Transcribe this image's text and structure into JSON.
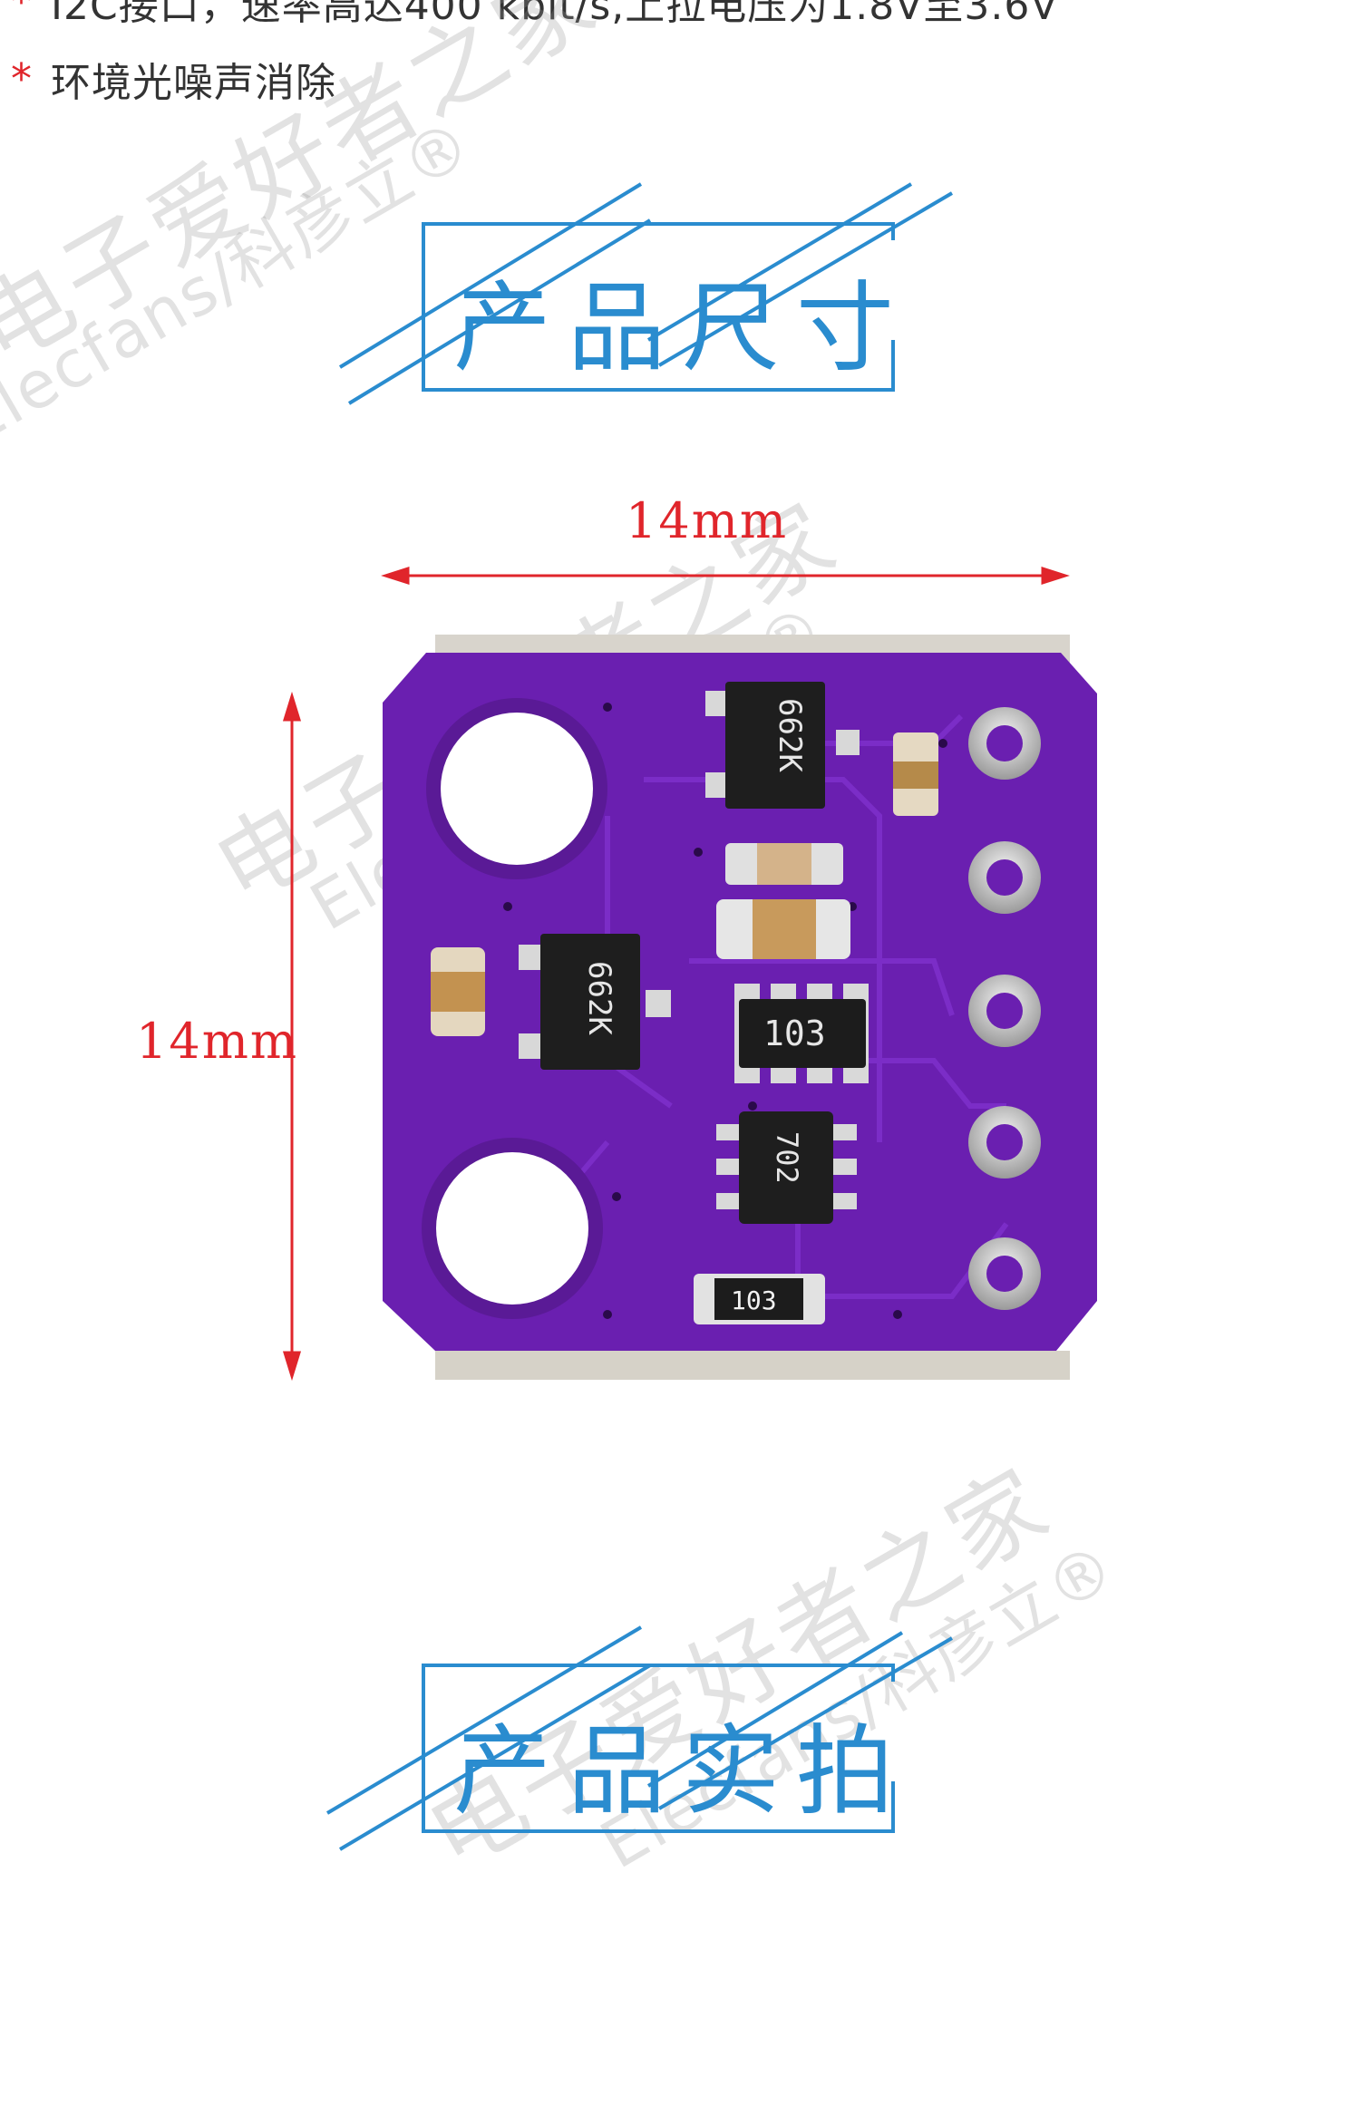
{
  "features": [
    {
      "mark": "*",
      "text": "I2C接口，速率高达400 kbit/s,上拉电压为1.8V至3.6V"
    },
    {
      "mark": "*",
      "text": "环境光噪声消除"
    }
  ],
  "sections": {
    "size_title": "产品尺寸",
    "photo_title": "产品实拍"
  },
  "dimensions": {
    "width": "14mm",
    "height": "14mm"
  },
  "board": {
    "transistor_1_mark": "662K",
    "transistor_2_mark": "662K",
    "resistor_network_mark": "103",
    "ic_mark": "702",
    "resistor_mark": "103"
  },
  "watermark": {
    "line_1": "电子爱好者之家",
    "line_2": "Elecfans/科彦立®"
  },
  "colors": {
    "accent_blue": "#2a8ccf",
    "bullet_red": "#e0252b",
    "dimension_red": "#e0252b",
    "pcb_purple": "#6a1fb0"
  }
}
